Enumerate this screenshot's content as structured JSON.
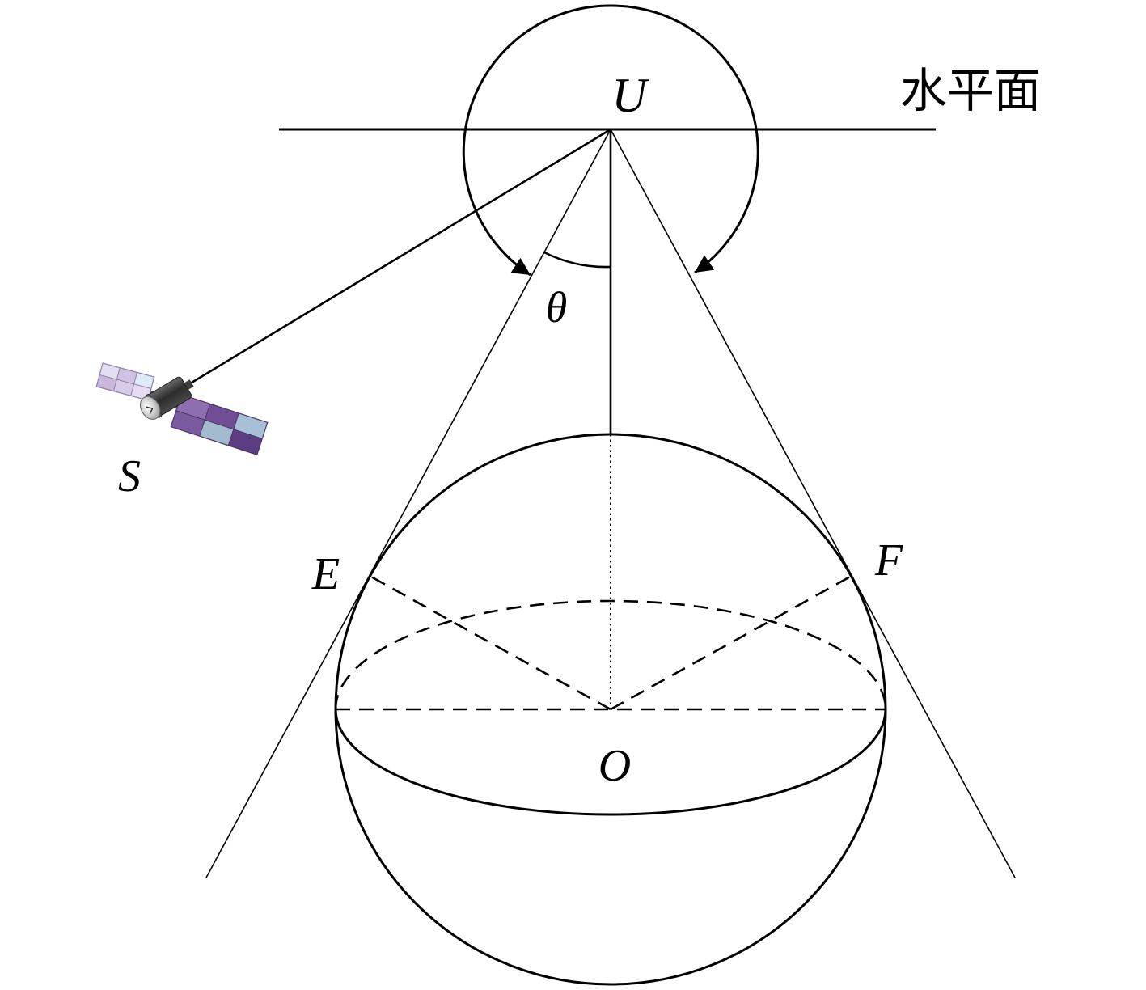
{
  "labels": {
    "viewer_point": "U",
    "horizontal_plane": "水平面",
    "view_angle": "θ",
    "tangent_point_left": "E",
    "tangent_point_right": "F",
    "sphere_center": "O",
    "satellite": "S"
  },
  "icons": {
    "satellite": "satellite-icon",
    "rotation_arrows": "curved-arrow-icon"
  },
  "colors": {
    "stroke": "#000000",
    "background": "#ffffff",
    "satellite_panel_dark": "#6f4e96",
    "satellite_panel_light": "#a7c0d5",
    "satellite_body": "#3a3a3a"
  }
}
